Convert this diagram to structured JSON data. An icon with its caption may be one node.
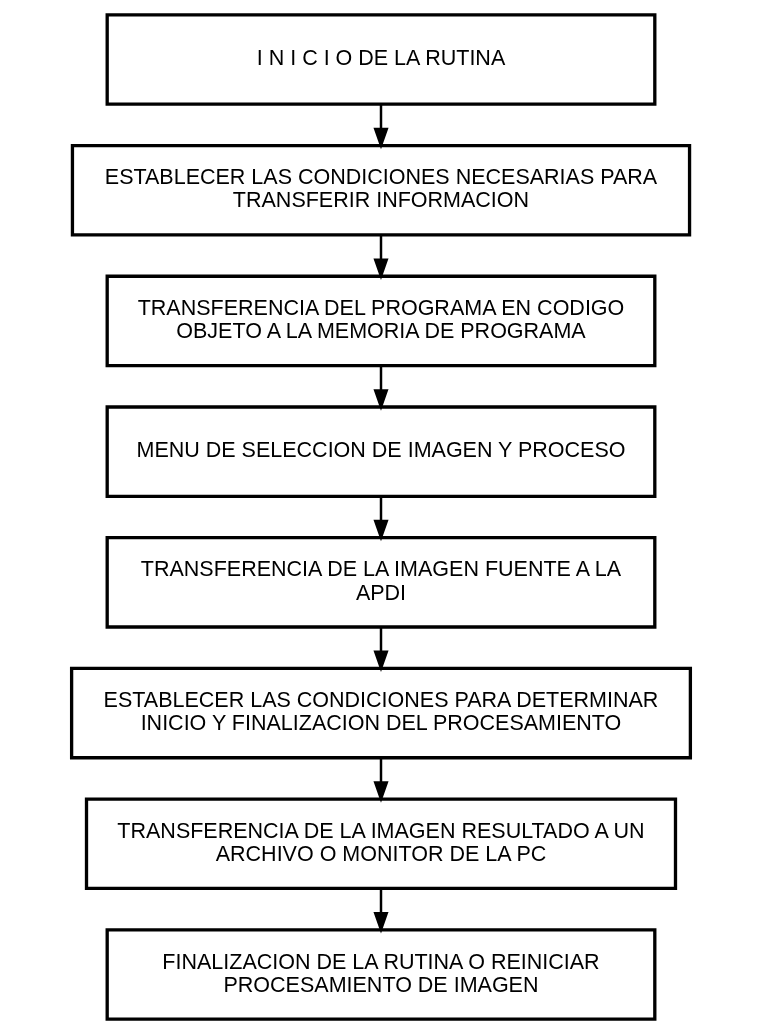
{
  "diagram": {
    "nodes": [
      {
        "text": [
          "I N I C I O DE LA RUTINA"
        ]
      },
      {
        "text": [
          "ESTABLECER LAS CONDICIONES NECESARIAS PARA TRANSFERIR INFORMACION"
        ]
      },
      {
        "text": [
          "TRANSFERENCIA DEL PROGRAMA EN CODIGO OBJETO A LA MEMORIA DE PROGRAMA"
        ]
      },
      {
        "text": [
          "MENU DE SELECCION DE IMAGEN Y PROCESO"
        ]
      },
      {
        "text": [
          "TRANSFERENCIA DE LA IMAGEN FUENTE A LA APDI"
        ]
      },
      {
        "text": [
          "ESTABLECER LAS CONDICIONES PARA DETERMINAR INICIO Y FINALIZACION DEL PROCESAMIENTO"
        ]
      },
      {
        "text": [
          "TRANSFERENCIA DE LA IMAGEN RESULTADO A UN ARCHIVO O MONITOR DE LA PC"
        ]
      },
      {
        "text": [
          "FINALIZACION DE LA RUTINA O REINICIAR PROCESAMIENTO DE IMAGEN"
        ]
      }
    ],
    "edges": [
      {
        "from": 0,
        "to": 1,
        "arrow": "to"
      },
      {
        "from": 1,
        "to": 2,
        "arrow": "to"
      },
      {
        "from": 2,
        "to": 3,
        "arrow": "to"
      },
      {
        "from": 3,
        "to": 4,
        "arrow": "to"
      },
      {
        "from": 4,
        "to": 5,
        "arrow": "to"
      },
      {
        "from": 5,
        "to": 6,
        "arrow": "to"
      },
      {
        "from": 6,
        "to": 7,
        "arrow": "to"
      }
    ]
  }
}
